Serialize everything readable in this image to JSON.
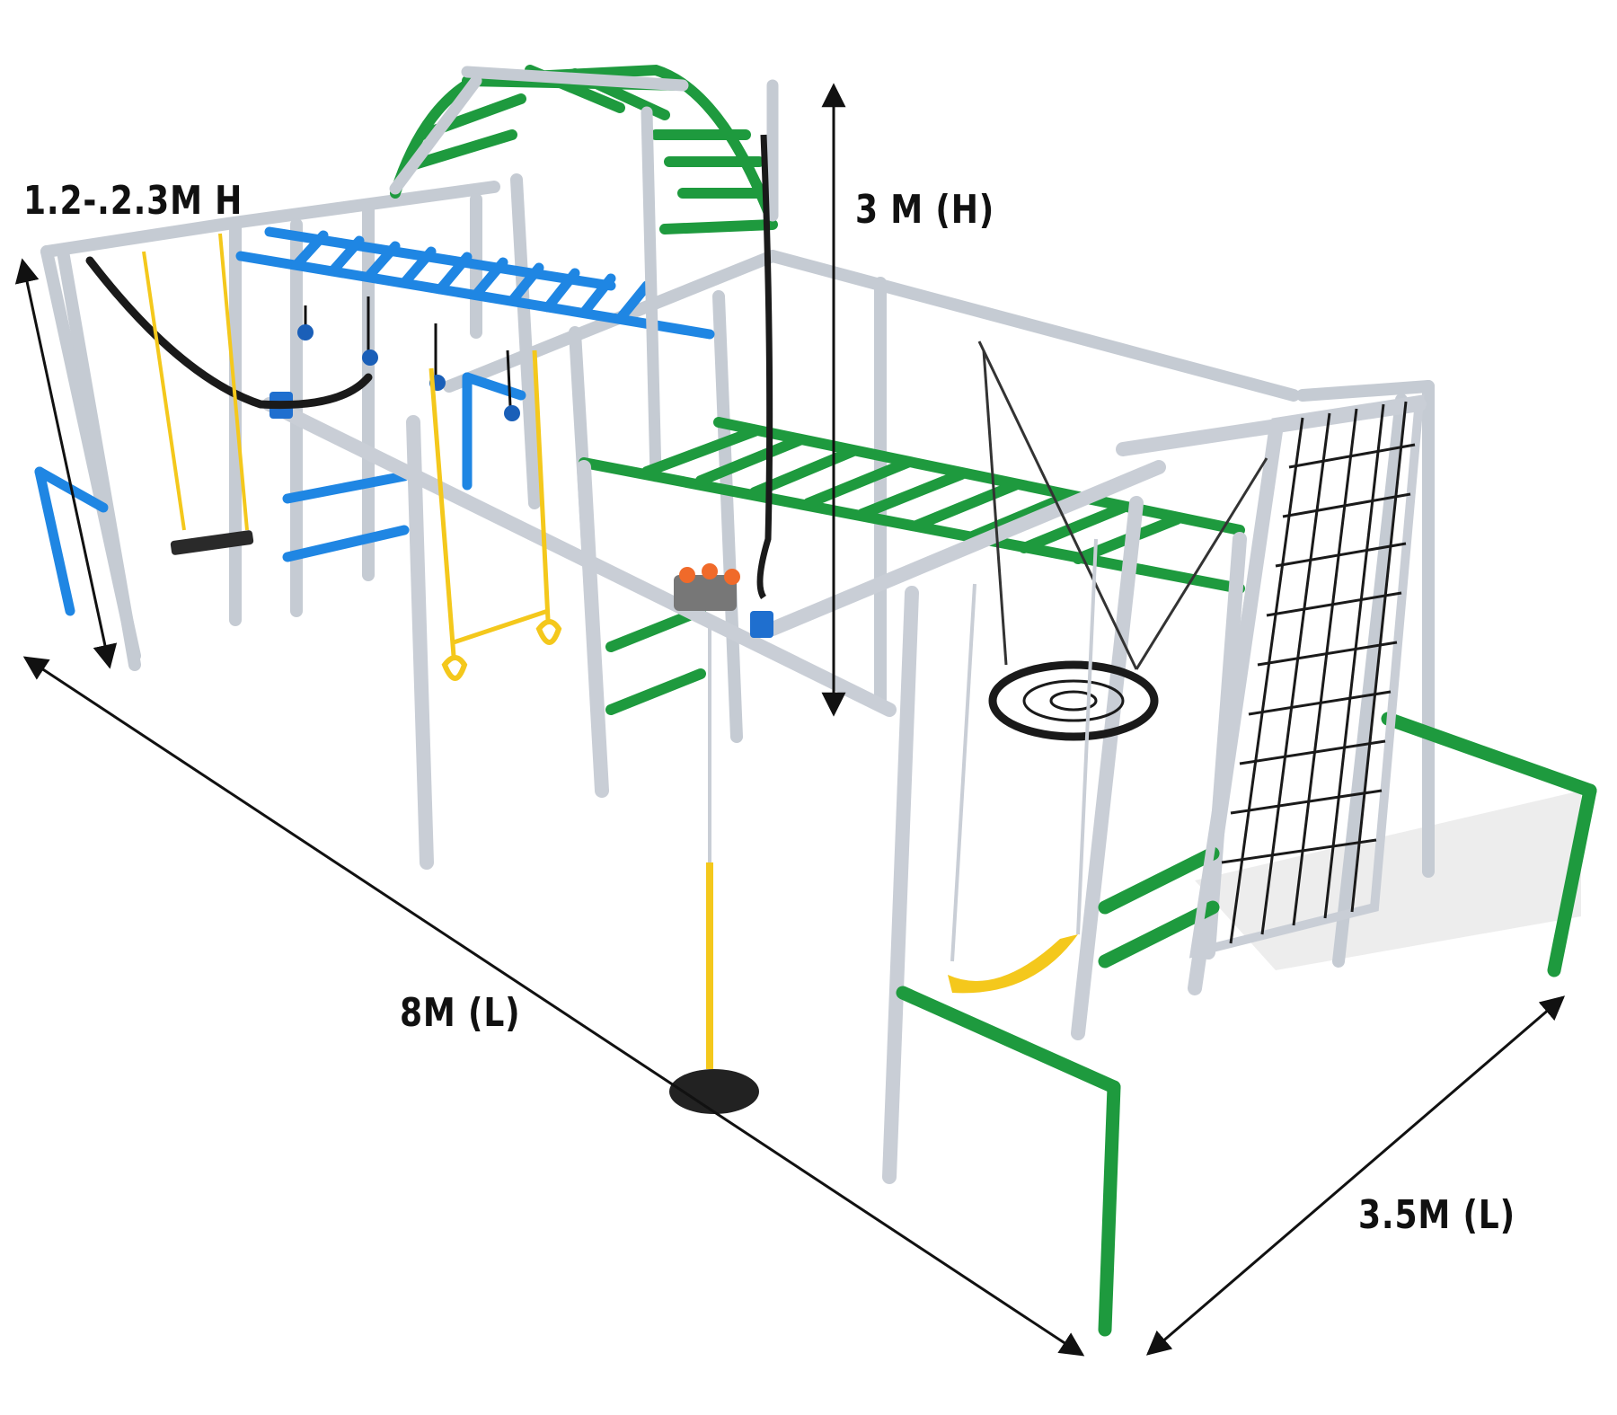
{
  "dimensions": {
    "side_height": "1.2-.2.3M H",
    "total_height": "3 M (H)",
    "length": "8M (L)",
    "width": "3.5M (L)"
  },
  "colors": {
    "frame": "#c9ced6",
    "frame_dark": "#a9b0ba",
    "green": "#1e9a3e",
    "blue": "#1f86e3",
    "yellow": "#f4c81c",
    "black": "#1a1a1a",
    "orange": "#f06a2a"
  }
}
